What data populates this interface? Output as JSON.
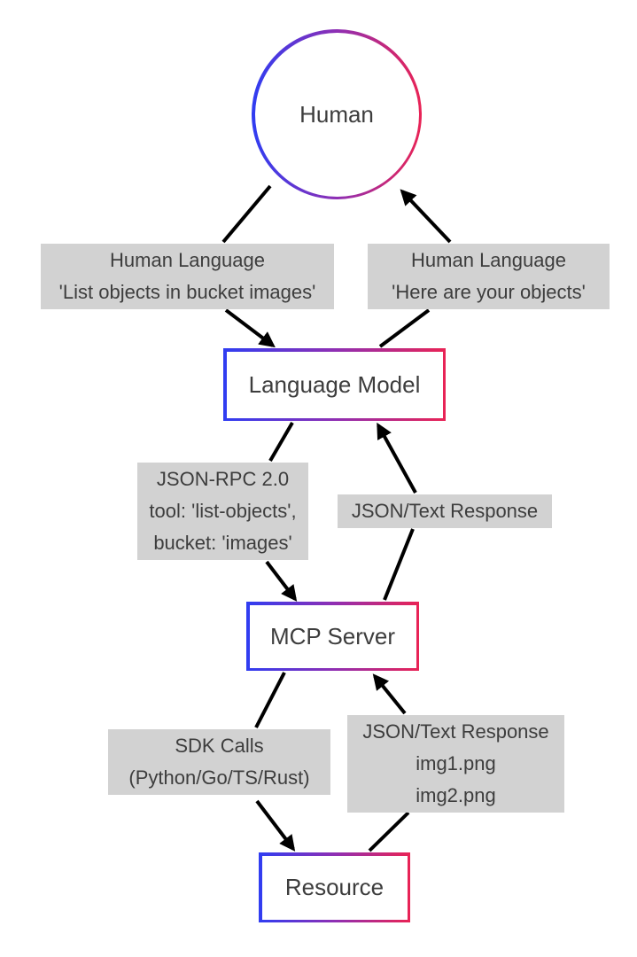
{
  "diagram": {
    "nodes": {
      "human": {
        "label": "Human",
        "shape": "circle"
      },
      "language_model": {
        "label": "Language Model",
        "shape": "rect"
      },
      "mcp_server": {
        "label": "MCP Server",
        "shape": "rect"
      },
      "resource": {
        "label": "Resource",
        "shape": "rect"
      }
    },
    "edge_labels": {
      "human_to_lm": {
        "lines": [
          "Human Language",
          "'List objects in bucket images'"
        ]
      },
      "lm_to_human": {
        "lines": [
          "Human Language",
          "'Here are your objects'"
        ]
      },
      "lm_to_mcp": {
        "lines": [
          "JSON-RPC 2.0",
          "tool: 'list-objects',",
          "bucket: 'images'"
        ]
      },
      "mcp_to_lm": {
        "lines": [
          "JSON/Text Response"
        ]
      },
      "mcp_to_resource": {
        "lines": [
          "SDK Calls",
          "(Python/Go/TS/Rust)"
        ]
      },
      "resource_to_mcp": {
        "lines": [
          "JSON/Text Response",
          "img1.png",
          "img2.png"
        ]
      }
    },
    "colors": {
      "gradient_start": "#2f3df2",
      "gradient_mid": "#8e2fb4",
      "gradient_end": "#e92355",
      "label_bg": "#d2d2d2",
      "text": "#3d3d3d",
      "arrow": "#000000"
    }
  }
}
